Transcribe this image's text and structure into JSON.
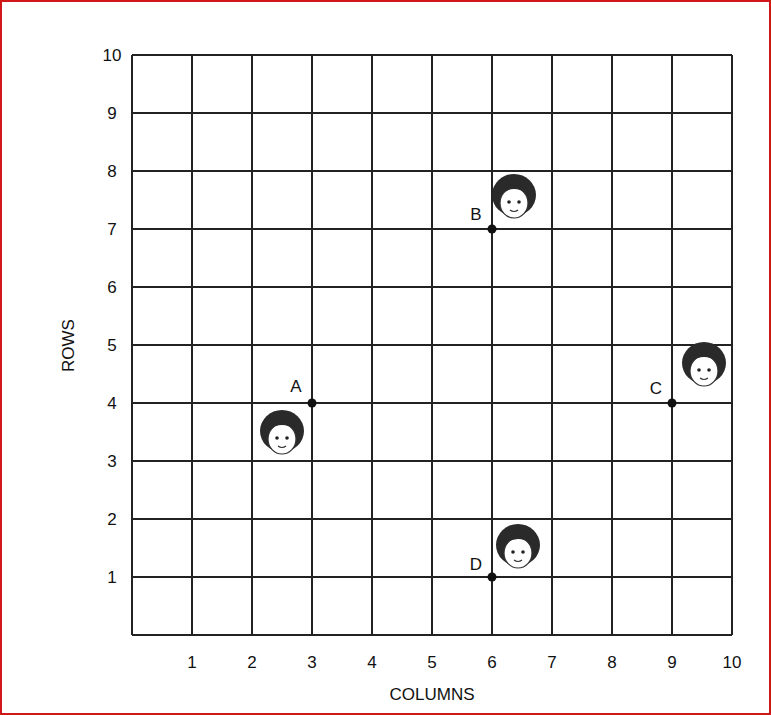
{
  "diagram": {
    "labels": [
      "10",
      "9",
      "8",
      "7",
      "6",
      "5",
      "4",
      "3",
      "2",
      "1",
      "ROWS",
      "B",
      "A",
      "C",
      "D",
      "1",
      "2",
      "3",
      "4",
      "5",
      "6",
      "7",
      "8",
      "9",
      "10",
      "COLUMNS"
    ]
  }
}
